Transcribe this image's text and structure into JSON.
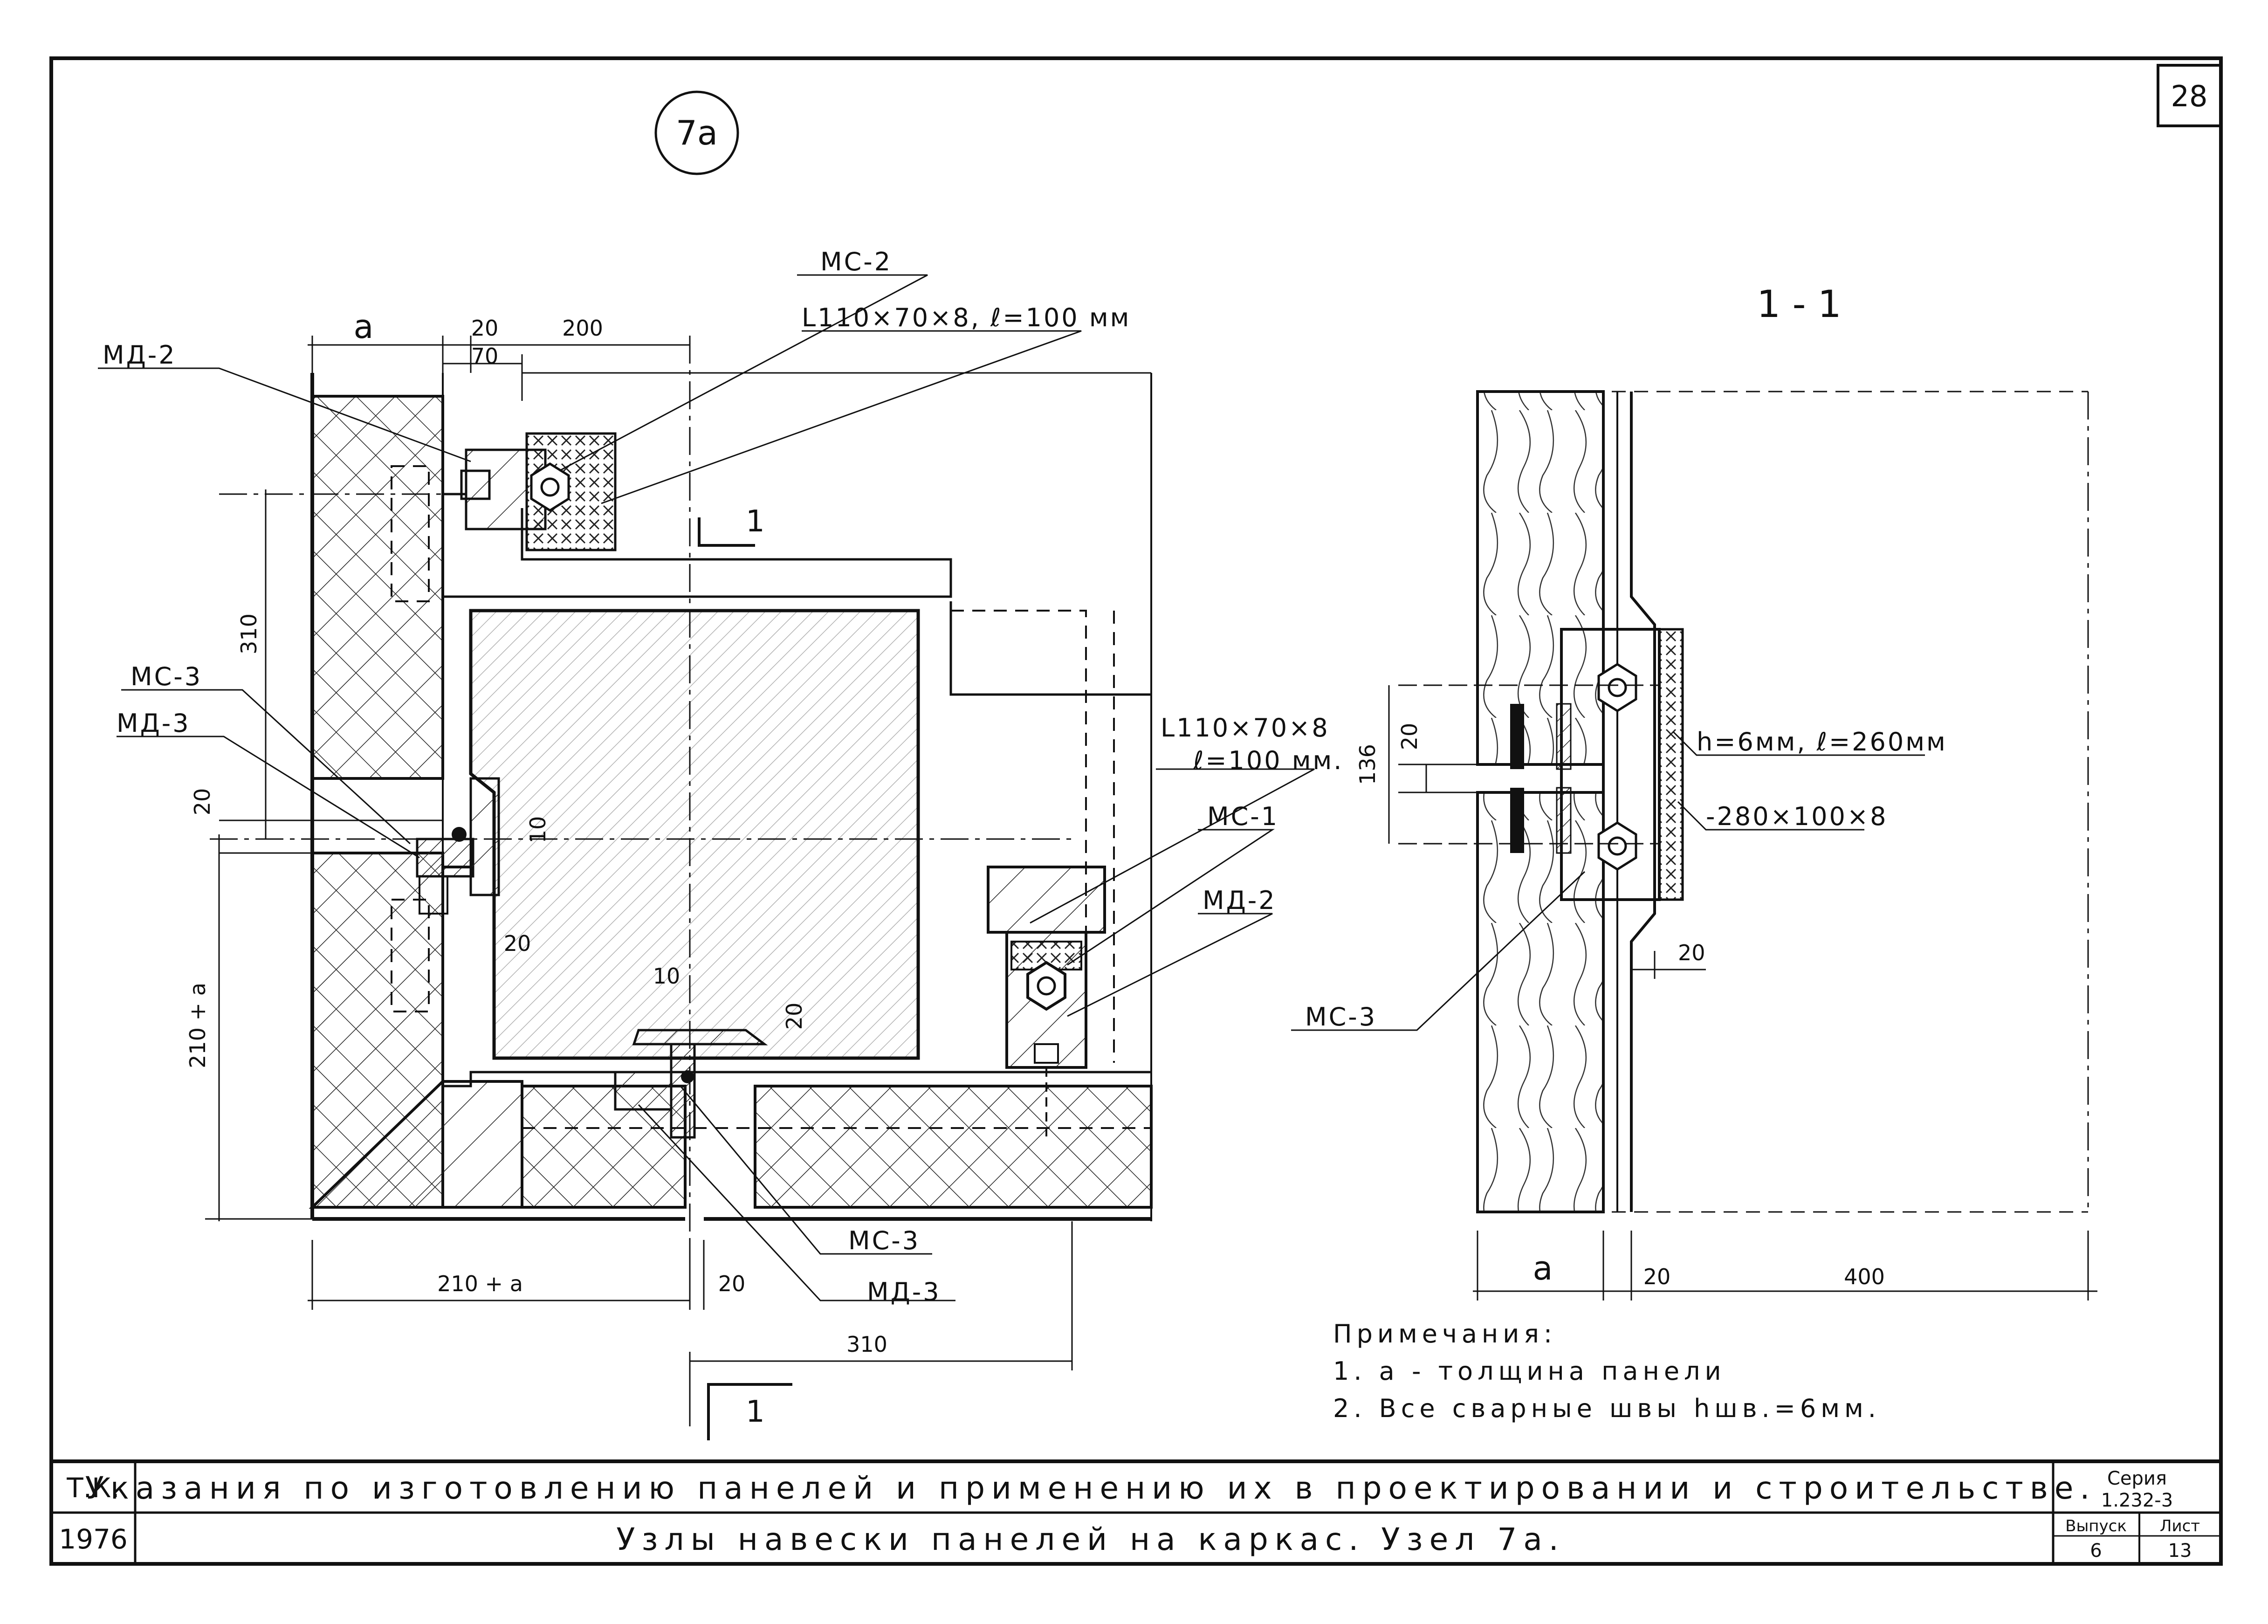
{
  "sheet_number": "28",
  "node_label": "7a",
  "section_label": "1 - 1",
  "cut_marker": "1",
  "left_view": {
    "callouts": {
      "mc2_top": "МС-2",
      "angle_top": "L110×70×8, ℓ=100 мм",
      "md2_top": "МД-2",
      "mc3_left": "МС-3",
      "md3_left": "МД-3",
      "angle_right_1": "L110×70×8",
      "angle_right_2": "ℓ=100 мм.",
      "mc1": "МС-1",
      "md2_right": "МД-2",
      "mc3_bottom": "МС-3",
      "md3_bottom": "МД-3"
    },
    "dims": {
      "a": "a",
      "d20_top": "20",
      "d70": "70",
      "d200": "200",
      "d310_vert": "310",
      "d20_left": "20",
      "d210a_vert": "210 + a",
      "d10_a": "10",
      "d20_mid": "20",
      "d10_b": "10",
      "d20_low": "20",
      "d210a_bottom": "210 + a",
      "d20_bottom": "20",
      "d310_bottom": "310"
    }
  },
  "right_view": {
    "callouts": {
      "weld": "h=6мм, ℓ=260мм",
      "plate": "-280×100×8",
      "mc3": "МС-3"
    },
    "dims": {
      "d20_a": "20",
      "d136": "136",
      "d20_b": "20",
      "a": "a",
      "d20_c": "20",
      "d400": "400"
    }
  },
  "notes": {
    "heading": "Примечания:",
    "items": [
      "1. a - толщина панели",
      "2. Все сварные швы hшв.=6мм."
    ]
  },
  "title_block": {
    "org": "Т.К.",
    "year": "1976",
    "title_main": "Указания по изготовлению панелей и применению их в проектировании и строительстве.",
    "title_sub": "Узлы навески панелей на каркас. Узел 7a.",
    "series_label": "Серия",
    "series_value": "1.232-3",
    "issue_label": "Выпуск",
    "issue_value": "6",
    "sheet_label": "Лист",
    "sheet_value": "13"
  }
}
